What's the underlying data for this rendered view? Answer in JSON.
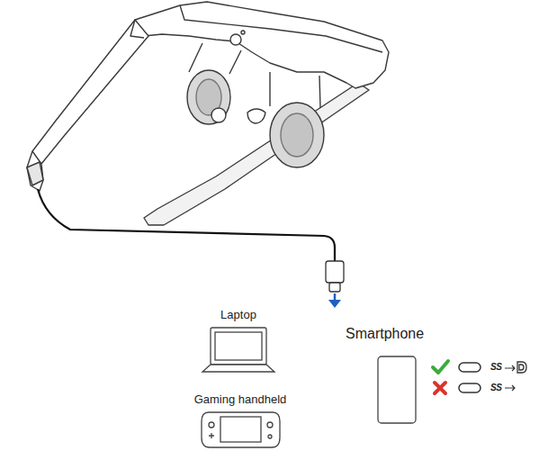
{
  "diagram": {
    "labels": [
      "Laptop",
      "Gaming handheld",
      "Smartphone",
      "SS",
      "SS"
    ]
  }
}
